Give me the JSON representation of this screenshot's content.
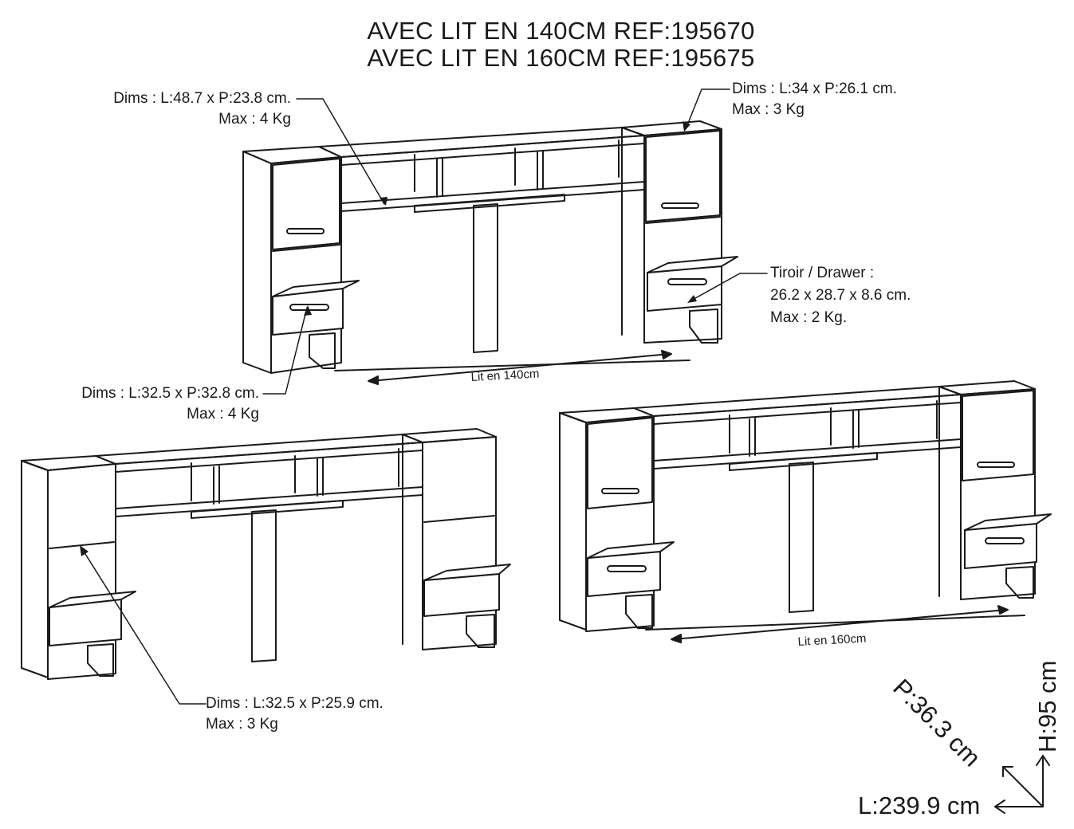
{
  "title_lines": [
    "AVEC LIT EN 140CM REF:195670",
    "AVEC LIT EN 160CM REF:195675"
  ],
  "annotations": {
    "top_shelf": {
      "dims": "Dims : L:48.7 x P:23.8 cm.",
      "max": "Max : 4 Kg"
    },
    "top_cabinet": {
      "dims": "Dims : L:34 x P:26.1 cm.",
      "max": "Max : 3 Kg"
    },
    "drawer": {
      "title": "Tiroir / Drawer :",
      "dims": "26.2 x 28.7 x 8.6 cm.",
      "max": "Max : 2 Kg."
    },
    "left_niche": {
      "dims": "Dims : L:32.5 x P:32.8 cm.",
      "max": "Max : 4 Kg"
    },
    "bottom_niche": {
      "dims": "Dims : L:32.5 x P:25.9 cm.",
      "max": "Max : 3 Kg"
    }
  },
  "bed_labels": {
    "bed_140": "Lit en 140cm",
    "bed_160": "Lit en 160cm"
  },
  "overall_dimensions": {
    "length": "L:239.9 cm",
    "depth": "P:36.3 cm",
    "height": "H:95 cm"
  },
  "colors": {
    "line": "#1a1a1a",
    "background": "#ffffff",
    "drawer_front": "#ffffff"
  }
}
